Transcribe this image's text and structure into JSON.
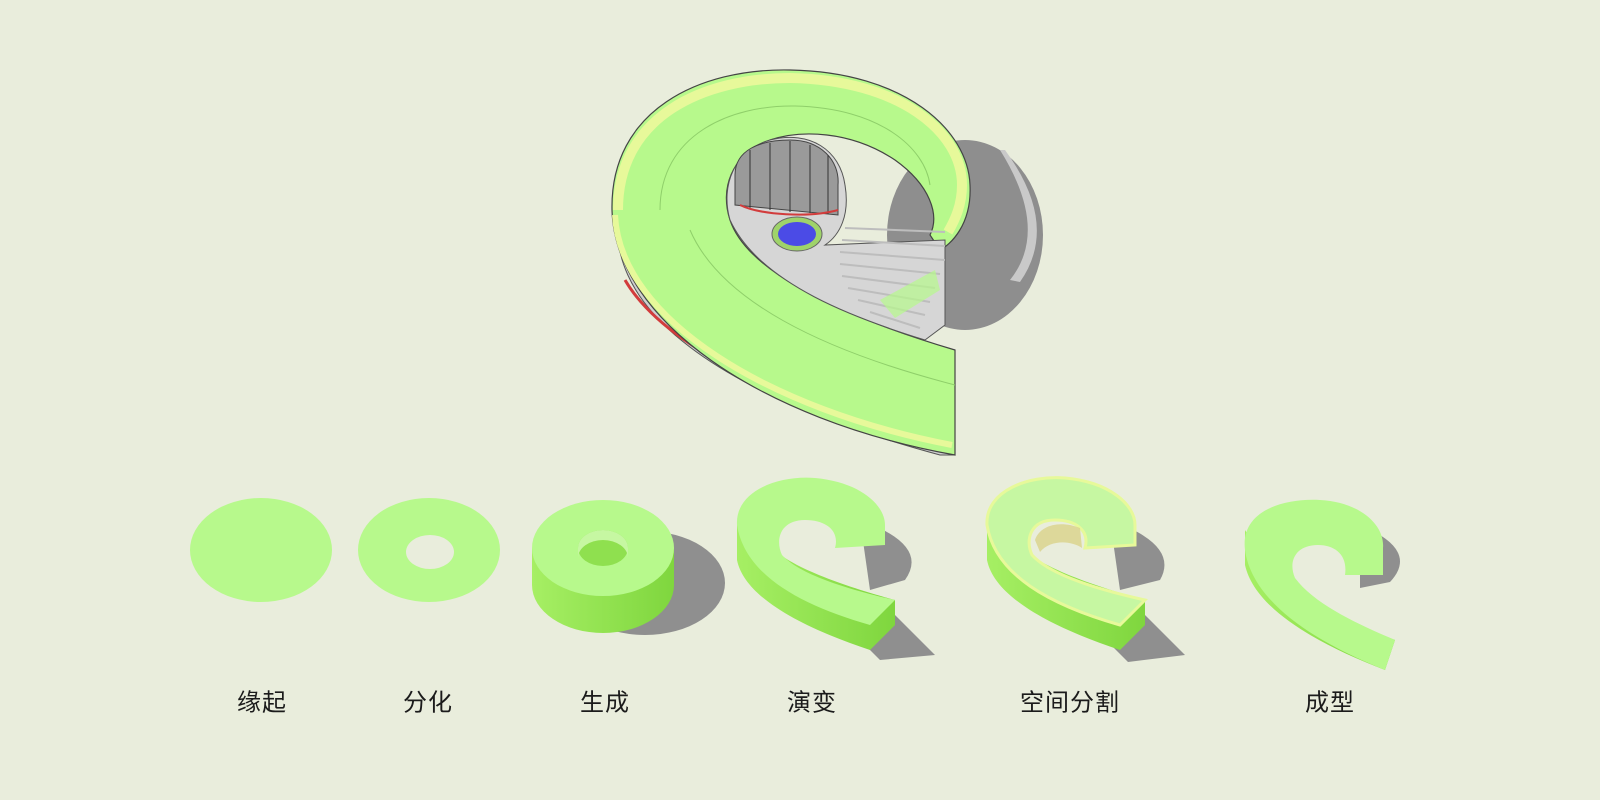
{
  "steps": [
    {
      "label": "缘起"
    },
    {
      "label": "分化"
    },
    {
      "label": "生成"
    },
    {
      "label": "演变"
    },
    {
      "label": "空间分割"
    },
    {
      "label": "成型"
    }
  ],
  "colors": {
    "background": "#e9eddc",
    "volume_green": "#b7f98c",
    "volume_green_dark": "#8fe04f",
    "accent_yellow": "#e7f99a",
    "shadow": "#8f8f8f",
    "pool_blue": "#4b4be6",
    "facade_red": "#d23c3c"
  }
}
